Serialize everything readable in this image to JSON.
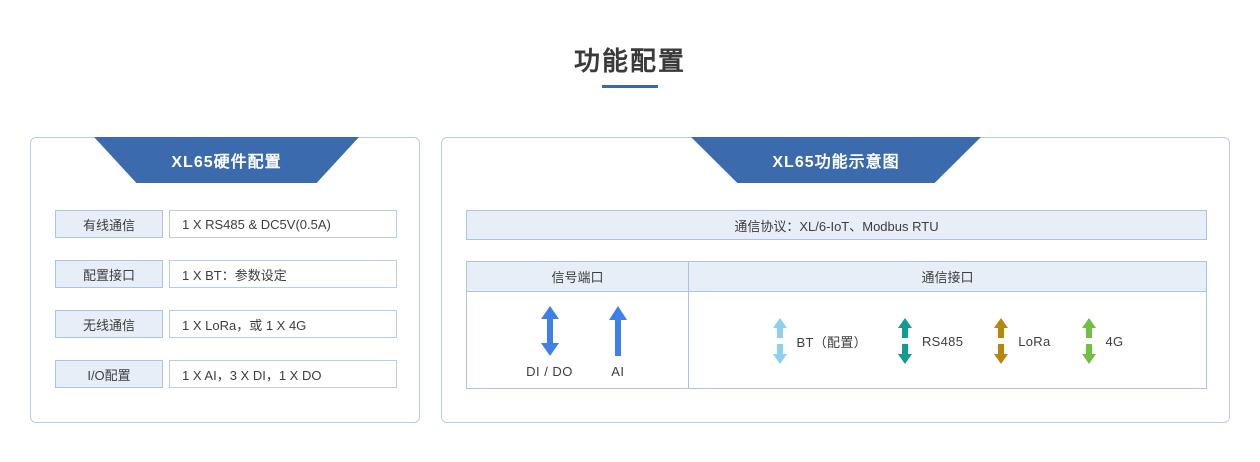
{
  "page": {
    "title": "功能配置"
  },
  "theme": {
    "banner_blue": "#3b6bac",
    "panel_border": "#b7cdea",
    "cell_fill": "#e7eef8",
    "cell_border": "#a9c4e6"
  },
  "left_panel": {
    "banner_title": "XL65硬件配置",
    "rows": [
      {
        "key": "有线通信",
        "value": "1 X RS485 & DC5V(0.5A)"
      },
      {
        "key": "配置接口",
        "value": "1 X BT：参数设定"
      },
      {
        "key": "无线通信",
        "value": "1 X LoRa，或 1 X 4G"
      },
      {
        "key": "I/O配置",
        "value": "1 X AI，3 X DI，1 X DO"
      }
    ]
  },
  "right_panel": {
    "banner_title": "XL65功能示意图",
    "protocol": "通信协议：XL/6-IoT、Modbus RTU",
    "table": {
      "headers": {
        "signal": "信号端口",
        "comm": "通信接口"
      },
      "signal_ports": [
        {
          "label": "DI / DO",
          "icon": "double-arrow-icon",
          "color": "#3e7fe8",
          "direction": "bidirectional"
        },
        {
          "label": "AI",
          "icon": "up-arrow-icon",
          "color": "#3e7fe8",
          "direction": "up"
        }
      ],
      "comm_ports": [
        {
          "label": "BT（配置）",
          "icon": "double-arrow-icon",
          "color": "#8fd0ee",
          "direction": "bidirectional"
        },
        {
          "label": "RS485",
          "icon": "double-arrow-icon",
          "color": "#109b95",
          "direction": "bidirectional"
        },
        {
          "label": "LoRa",
          "icon": "double-arrow-icon",
          "color": "#b8860b",
          "direction": "bidirectional"
        },
        {
          "label": "4G",
          "icon": "double-arrow-icon",
          "color": "#72bf44",
          "direction": "bidirectional"
        }
      ]
    }
  }
}
